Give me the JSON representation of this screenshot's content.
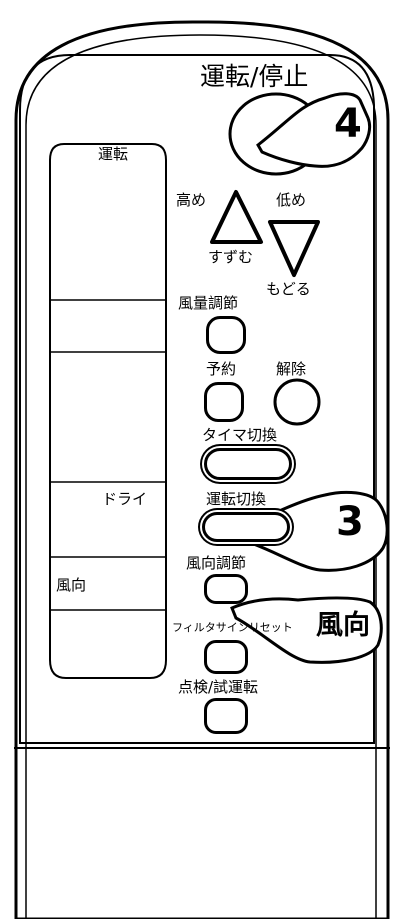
{
  "remote": {
    "power_label": "運転/停止",
    "display": {
      "mode_label": "運転",
      "dry_label": "ドライ",
      "direction_label": "風向"
    },
    "temp_up_label": "高め",
    "temp_up_sub": "すずむ",
    "temp_down_label": "低め",
    "temp_down_sub": "もどる",
    "fan_label": "風量調節",
    "reserve_label": "予約",
    "cancel_label": "解除",
    "timer_label": "タイマ切換",
    "mode_switch_label": "運転切換",
    "direction_adjust_label": "風向調節",
    "filter_label": "フィルタサインリセット",
    "test_label": "点検/試運転"
  },
  "callouts": {
    "step4": "4",
    "step3": "3",
    "direction": "風向"
  }
}
